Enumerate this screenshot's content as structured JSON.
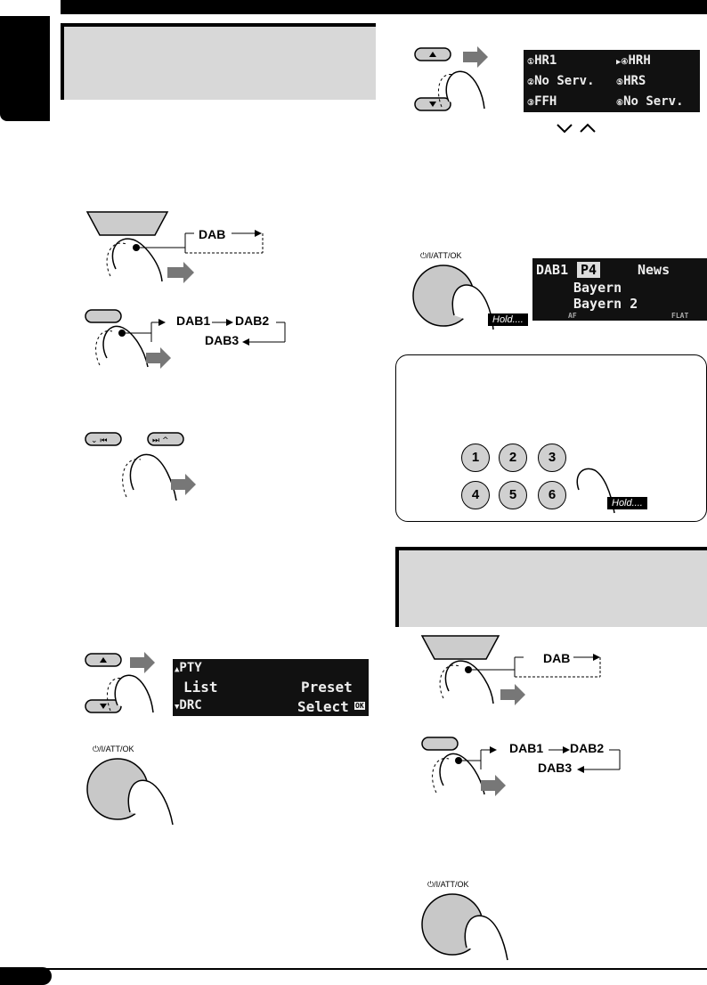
{
  "source_dab_1": {
    "label": "DAB"
  },
  "band_1": {
    "labels": [
      "DAB1",
      "DAB2",
      "DAB3"
    ]
  },
  "preset_display": {
    "rows": [
      {
        "left": "HR1",
        "right": "HRH"
      },
      {
        "left": "No Serv.",
        "right": "HRS"
      },
      {
        "left": "FFH",
        "right": "No Serv."
      }
    ]
  },
  "power_button_label": "⏻/I/ATT/OK",
  "store_display": {
    "band": "DAB1",
    "preset": "P4",
    "service": "News",
    "line2": "Bayern",
    "line3": "Bayern 2",
    "tag_af": "AF",
    "tag_flat": "FLAT"
  },
  "hold_label": "Hold....",
  "number_buttons": [
    "1",
    "2",
    "3",
    "4",
    "5",
    "6"
  ],
  "menu_display": {
    "top_left": "PTY",
    "middle_left": "List",
    "bottom_left": "DRC",
    "right_top": "Preset",
    "right_bottom": "Select",
    "ok": "OK"
  },
  "source_dab_2": {
    "label": "DAB"
  },
  "band_2": {
    "labels": [
      "DAB1",
      "DAB2",
      "DAB3"
    ]
  }
}
